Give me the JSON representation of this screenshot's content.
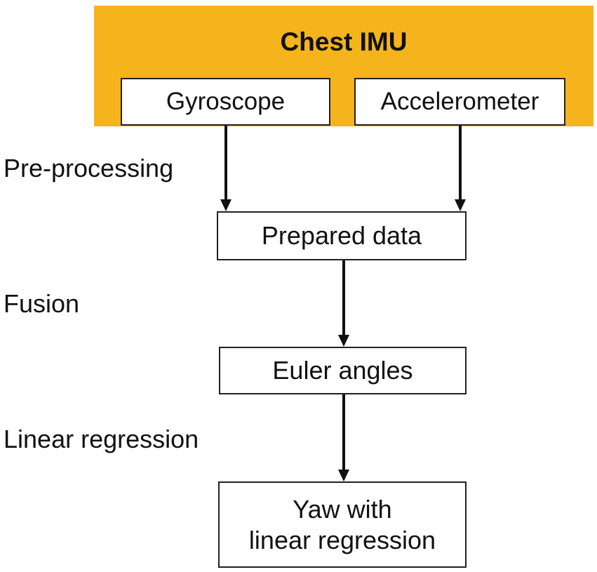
{
  "imu": {
    "title": "Chest IMU",
    "color": "#F5B41B",
    "sensors": {
      "gyroscope": "Gyroscope",
      "accelerometer": "Accelerometer"
    }
  },
  "stages": {
    "preprocessing": "Pre-processing",
    "fusion": "Fusion",
    "linear_regression": "Linear regression"
  },
  "nodes": {
    "prepared_data": "Prepared data",
    "euler_angles": "Euler angles",
    "yaw_line1": "Yaw with",
    "yaw_line2": "linear regression"
  }
}
